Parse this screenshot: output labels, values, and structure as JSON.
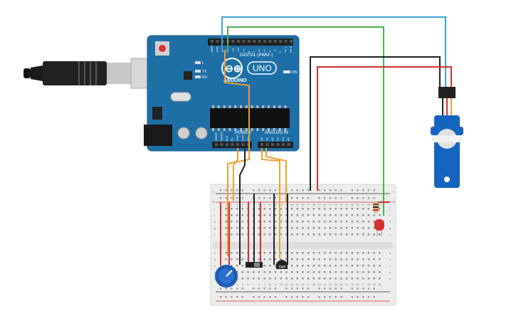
{
  "board": {
    "name_primary": "ARDUINO",
    "name_secondary": "UNO",
    "digital_label": "DIGITAL (PWM~)",
    "power_label": "POWER",
    "analog_label": "ANALOG IN",
    "on_label": "ON",
    "led_l": "L",
    "led_tx": "TX",
    "led_rx": "RX",
    "digital_pins": [
      "AREF",
      "GND",
      "13",
      "12",
      "~11",
      "~10",
      "~9",
      "8",
      "7",
      "~6",
      "~5",
      "4",
      "~3",
      "2",
      "TX 1",
      "RX 0"
    ],
    "power_pins": [
      "IOREF",
      "RESET",
      "3V3",
      "5V",
      "GND",
      "GND",
      "Vin"
    ],
    "analog_pins": [
      "A0",
      "A1",
      "A2",
      "A3",
      "A4",
      "A5"
    ]
  },
  "breadboard": {
    "row_letters_top": [
      "j",
      "i",
      "h",
      "g",
      "f"
    ],
    "row_letters_bottom": [
      "e",
      "d",
      "c",
      "b",
      "a"
    ],
    "column_numbers": [
      "1",
      "2",
      "3",
      "4",
      "5",
      "6",
      "7",
      "8",
      "9",
      "10",
      "11",
      "12",
      "13",
      "14",
      "15",
      "16",
      "17",
      "18",
      "19",
      "20",
      "21",
      "22",
      "23",
      "24",
      "25",
      "26",
      "27",
      "28",
      "29",
      "30"
    ],
    "rail_plus": "+",
    "rail_minus": "-"
  },
  "components": {
    "temp_sensor_label": "TMP",
    "led_color": "#d32f2f",
    "servo_color": "#1565c0",
    "pot_color": "#1e5bb0"
  },
  "wire_colors": {
    "blue": "#3aa0d8",
    "green": "#4caf50",
    "black": "#222222",
    "red": "#d32f2f",
    "orange": "#f0a030"
  }
}
